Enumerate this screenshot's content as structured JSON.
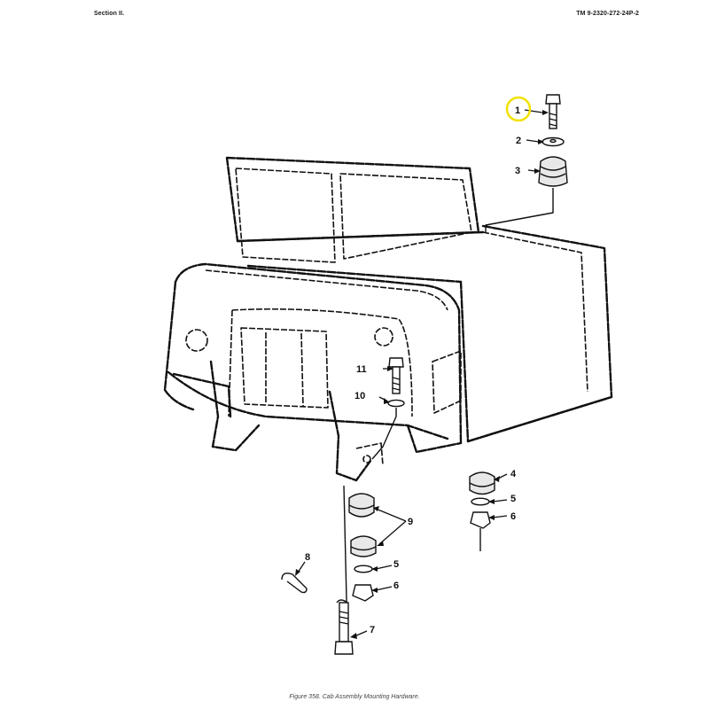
{
  "header": {
    "left": "Section II.",
    "right": "TM 9-2320-272-24P-2"
  },
  "callouts": {
    "c1": "1",
    "c2": "2",
    "c3": "3",
    "c4": "4",
    "c5a": "5",
    "c6a": "6",
    "c5b": "5",
    "c6b": "6",
    "c7": "7",
    "c8": "8",
    "c9": "9",
    "c10": "10",
    "c11": "11"
  },
  "highlight": {
    "color": "#f2e200",
    "target": "1"
  },
  "caption": "Figure 358. Cab Assembly Mounting Hardware."
}
